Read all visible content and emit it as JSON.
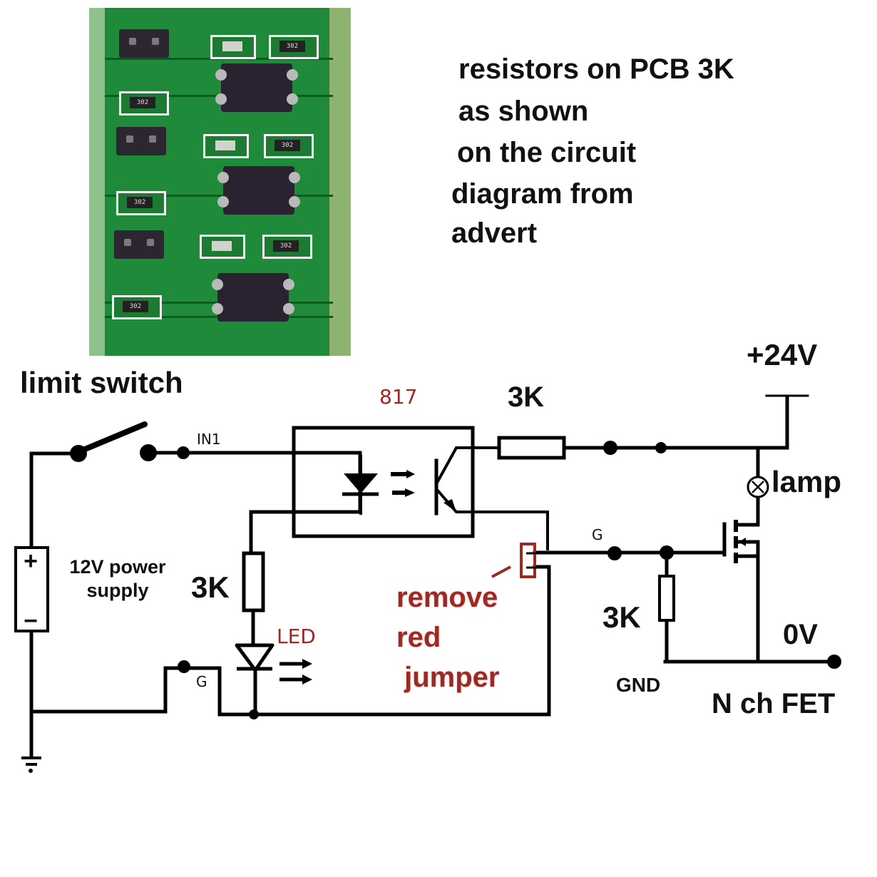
{
  "photo": {
    "caption": "PCB close-up photo of optocoupler input board",
    "resistor_markings": [
      "302",
      "302",
      "302",
      "302",
      "302"
    ]
  },
  "note": {
    "lines": [
      "resistors on PCB 3K",
      "as shown",
      "on the circuit",
      "diagram from",
      "advert"
    ]
  },
  "labels": {
    "limit_switch": "limit switch",
    "in1": "IN1",
    "opto_part": "817",
    "r_collector": "3K",
    "supply_plus": "+24V",
    "lamp": "lamp",
    "power_supply": "12V power\nsupply",
    "r_led": "3K",
    "led": "LED",
    "gate_left": "G",
    "gate_right": "G",
    "remove_jumper": "remove\nred\n jumper",
    "r_gate": "3K",
    "zero_v": "0V",
    "gnd": "GND",
    "fet": "N ch FET",
    "battery_plus": "+",
    "battery_minus": "−"
  },
  "colors": {
    "wire": "#000000",
    "annotation_red": "#9b2a24",
    "pcb_green": "#1f8a3a"
  }
}
